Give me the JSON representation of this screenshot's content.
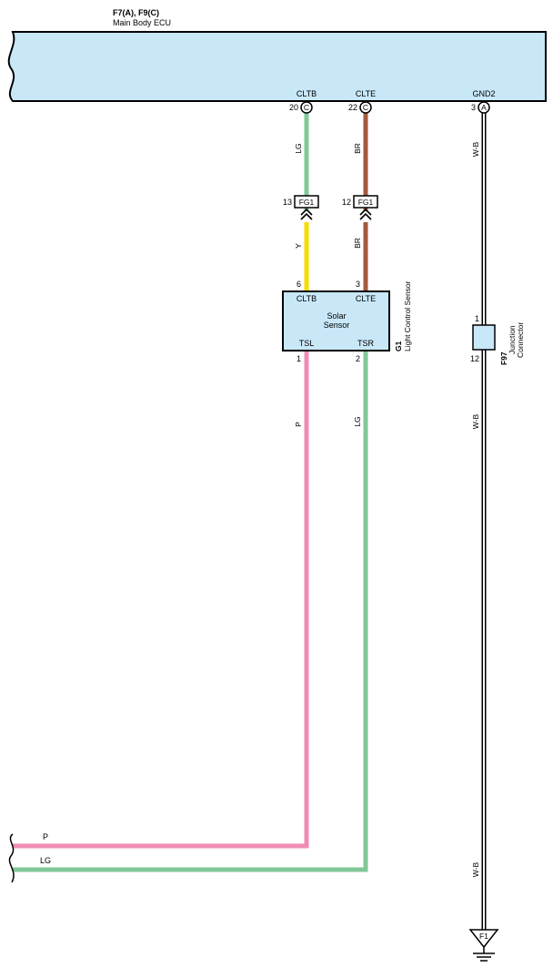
{
  "ecu": {
    "connectors": "F7(A), F9(C)",
    "name": "Main Body ECU",
    "pins": [
      {
        "signal": "CLTB",
        "number": "20",
        "connector": "C"
      },
      {
        "signal": "CLTE",
        "number": "22",
        "connector": "C"
      },
      {
        "signal": "GND2",
        "number": "3",
        "connector": "A"
      }
    ]
  },
  "wires_upper": [
    {
      "color_code": "LG",
      "color": "#82c896"
    },
    {
      "color_code": "BR",
      "color": "#a55a3c"
    }
  ],
  "inline_connectors": [
    {
      "pin": "13",
      "name": "FG1"
    },
    {
      "pin": "12",
      "name": "FG1"
    }
  ],
  "wires_middle": [
    {
      "color_code": "Y",
      "color": "#f5dc00"
    },
    {
      "color_code": "BR",
      "color": "#a55a3c"
    }
  ],
  "sensor": {
    "code": "G1",
    "name": "Light Control Sensor",
    "inner_line1": "Solar",
    "inner_line2": "Sensor",
    "top_pins": [
      {
        "number": "6",
        "signal": "CLTB"
      },
      {
        "number": "3",
        "signal": "CLTE"
      }
    ],
    "bottom_pins": [
      {
        "number": "1",
        "signal": "TSL"
      },
      {
        "number": "2",
        "signal": "TSR"
      }
    ]
  },
  "wires_lower": [
    {
      "color_code": "P",
      "color": "#f08cb4"
    },
    {
      "color_code": "LG",
      "color": "#82c896"
    }
  ],
  "junction": {
    "code": "F97",
    "line1": "Junction",
    "line2": "Connector",
    "pin_top": "1",
    "pin_bottom": "12"
  },
  "ground_wire": {
    "color_code": "W-B",
    "labels": [
      "W-B",
      "W-B",
      "W-B"
    ]
  },
  "ground": {
    "name": "F1"
  },
  "colors": {
    "component_fill": "#c8e8f8",
    "outline": "#000000",
    "wb_wire": "#ffffff"
  }
}
